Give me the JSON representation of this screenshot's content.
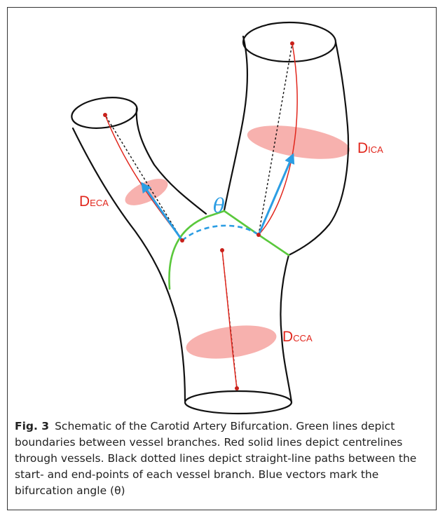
{
  "figure": {
    "label": "Fig. 3",
    "caption": "Schematic of the Carotid Artery Bifurcation. Green lines depict boundaries between vessel branches. Red solid lines depict centrelines through vessels. Black dotted lines depict straight-line paths between the start- and end-points of each vessel branch. Blue vectors mark the bifurcation angle (θ)"
  },
  "diagram": {
    "angle_symbol": "θ",
    "labels": {
      "eca": {
        "main": "D",
        "sub": "ECA"
      },
      "ica": {
        "main": "D",
        "sub": "ICA"
      },
      "cca": {
        "main": "D",
        "sub": "CCA"
      }
    },
    "colors": {
      "outline": "#111111",
      "centreline": "#e1261c",
      "diameter_fill": "#f6a3a0",
      "boundary": "#5ac83c",
      "vector": "#2b9de3",
      "label": "#e1261c"
    }
  }
}
